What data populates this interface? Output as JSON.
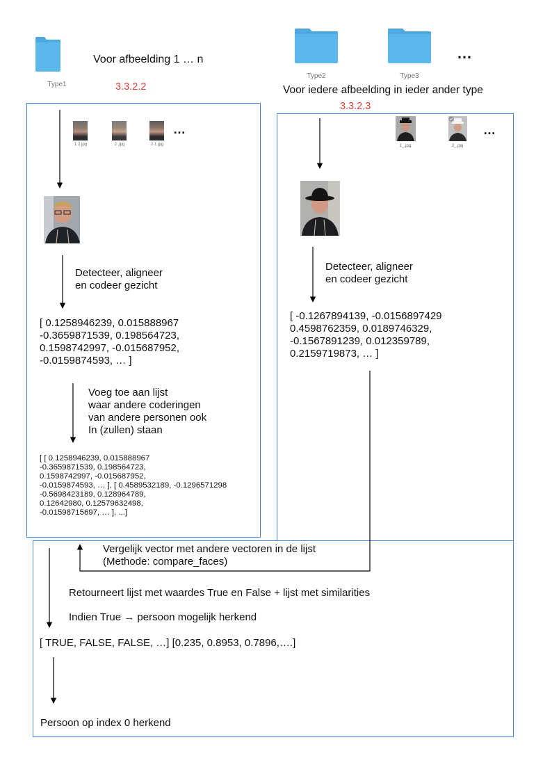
{
  "folders": [
    {
      "label": "Type1",
      "color": "#5cb8ec"
    },
    {
      "label": "Type2",
      "color": "#5cb8ec"
    },
    {
      "label": "Type3",
      "color": "#5cb8ec"
    }
  ],
  "top": {
    "type1_caption": "Voor afbeelding 1 … n",
    "other_types_caption": "Voor iedere afbeelding in ieder ander type",
    "ellipsis": "…",
    "section_left": "3.3.2.2",
    "section_right": "3.3.2.3"
  },
  "left_panel": {
    "thumbnails": [
      "1 2.jpg",
      "2 .jpg",
      "2 1.jpg"
    ],
    "ellipsis": "…",
    "step_detect": [
      "Detecteer, aligneer",
      "en codeer gezicht"
    ],
    "encoding": [
      "[ 0.1258946239, 0.015888967",
      "-0.3659871539, 0.198564723,",
      "0.1598742997, -0.015687952,",
      "-0.0159874593, … ]"
    ],
    "step_add": [
      "Voeg toe aan lijst",
      "waar andere coderingen",
      "van andere personen ook",
      "In (zullen) staan"
    ],
    "list": [
      "[ [ 0.1258946239, 0.015888967",
      "-0.3659871539, 0.198564723,",
      "0.1598742997, -0.015687952,",
      "-0.0159874593, … ], [ 0.4589532189, -0.1296571298",
      "-0.5698423189, 0.128964789,",
      "0.12642980, 0.12579632498,",
      "-0.01598715697, … ], ...]"
    ]
  },
  "right_panel": {
    "thumbnails": [
      "1_.jpg",
      "2_.jpg"
    ],
    "ellipsis": "…",
    "step_detect": [
      "Detecteer, aligneer",
      "en codeer gezicht"
    ],
    "encoding": [
      "[ -0.1267894139, -0.0156897429",
      "0.4598762359, 0.0189746329,",
      "-0.1567891239, 0.012359789,",
      "0.2159719873, … ]"
    ]
  },
  "bottom_panel": {
    "compare": [
      "Vergelijk vector met andere vectoren in de lijst",
      "(Methode: compare_faces)"
    ],
    "returns": "Retourneert lijst met waardes True en False + lijst met similarities",
    "if_true": "Indien True → persoon mogelijk herkend",
    "result": "[ TRUE, FALSE, FALSE, …] [0.235, 0.8953, 0.7896,….]",
    "recognized": "Persoon op index 0 herkend"
  },
  "colors": {
    "box_border": "#4a86d8",
    "section_number": "#e0413c",
    "folder": "#5cb8ec"
  }
}
